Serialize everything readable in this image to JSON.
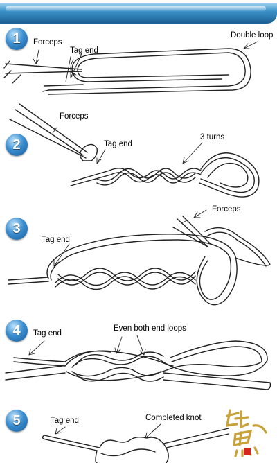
{
  "header": {
    "color": "#2b7db8"
  },
  "steps": [
    {
      "number": "1",
      "labels": {
        "forceps": "Forceps",
        "tag_end": "Tag end",
        "double_loop": "Double loop"
      }
    },
    {
      "number": "2",
      "labels": {
        "forceps": "Forceps",
        "tag_end": "Tag end",
        "turns": "3 turns"
      }
    },
    {
      "number": "3",
      "labels": {
        "forceps": "Forceps",
        "tag_end": "Tag end"
      }
    },
    {
      "number": "4",
      "labels": {
        "tag_end": "Tag end",
        "even_loops": "Even both end loops"
      }
    },
    {
      "number": "5",
      "labels": {
        "tag_end": "Tag end",
        "completed": "Completed knot"
      }
    }
  ],
  "watermark": {
    "glyphs": "钓鱼",
    "color": "#c9a23a"
  }
}
